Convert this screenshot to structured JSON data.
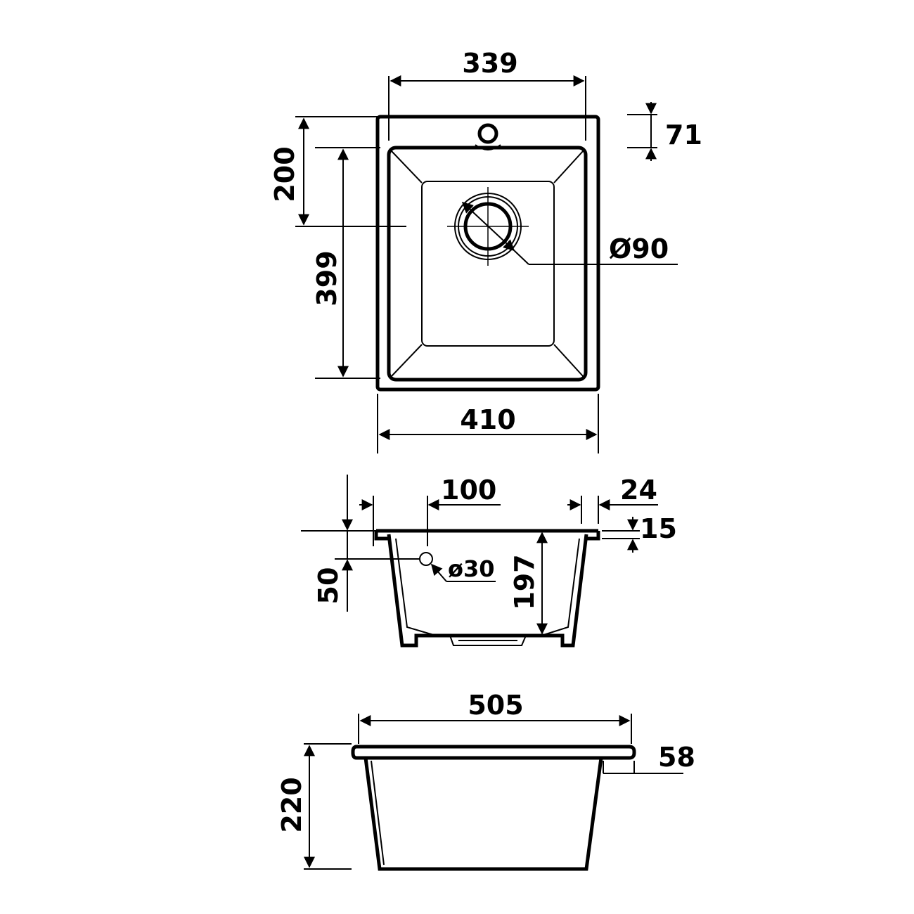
{
  "colors": {
    "stroke": "#000000",
    "background": "#ffffff"
  },
  "top_view": {
    "width_top": "339",
    "tap_hole_offset": "71",
    "drain_offset": "200",
    "bowl_length": "399",
    "drain_diameter": "Ø90",
    "overall_width": "410"
  },
  "side_view": {
    "overflow_offset": "100",
    "rim_width": "24",
    "rim_thickness": "15",
    "overflow_height": "50",
    "overflow_diameter": "ø30",
    "bowl_depth": "197"
  },
  "front_view": {
    "overall_length": "505",
    "rim_overhang": "58",
    "overall_height": "220"
  }
}
